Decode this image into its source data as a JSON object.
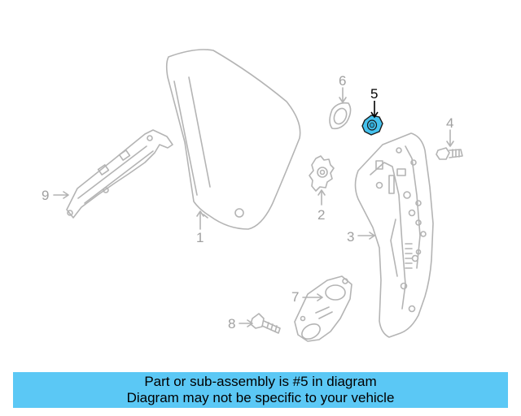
{
  "colors": {
    "part_line": "#b4b4b4",
    "label_muted": "#a0a0a0",
    "highlight_fill": "#45c2ee",
    "highlight_stroke": "#1a1a1a",
    "banner_bg": "#5bc8f5"
  },
  "callouts": [
    {
      "label": "1"
    },
    {
      "label": "2"
    },
    {
      "label": "3"
    },
    {
      "label": "4"
    },
    {
      "label": "5",
      "highlighted": true
    },
    {
      "label": "6"
    },
    {
      "label": "7"
    },
    {
      "label": "8"
    },
    {
      "label": "9"
    }
  ],
  "banner": {
    "line1": "Part or sub-assembly is #5 in diagram",
    "line2": "Diagram may not be specific to your vehicle"
  }
}
